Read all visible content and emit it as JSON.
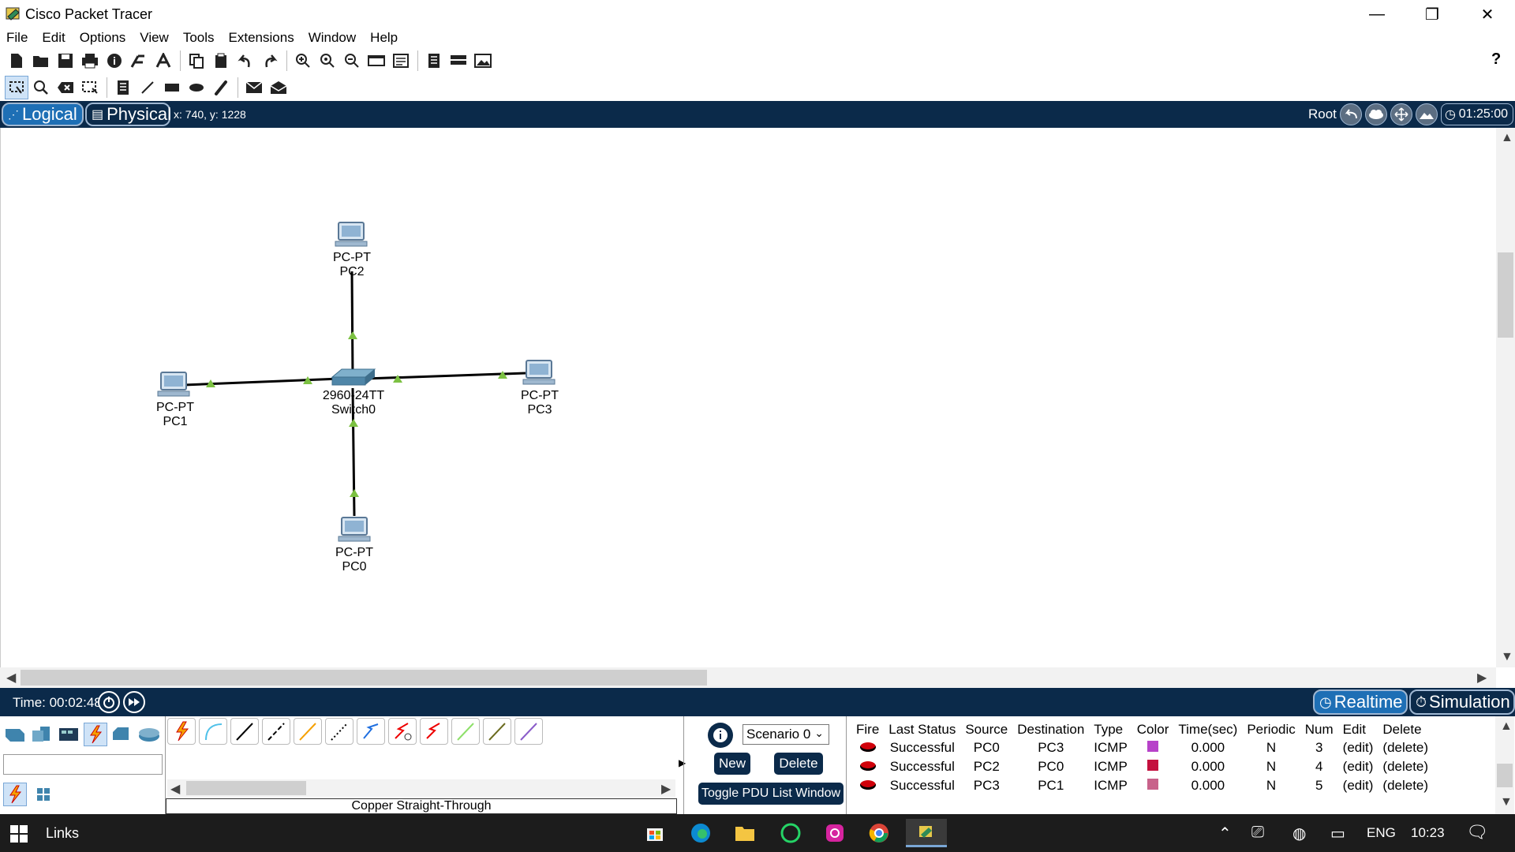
{
  "window": {
    "title": "Cisco Packet Tracer"
  },
  "menu": [
    "File",
    "Edit",
    "Options",
    "View",
    "Tools",
    "Extensions",
    "Window",
    "Help"
  ],
  "viewbar": {
    "logical": "Logical",
    "physical": "Physical",
    "coords": "x: 740, y: 1228",
    "root": "Root",
    "clock": "01:25:00"
  },
  "devices": [
    {
      "model": "PC-PT",
      "name": "PC2"
    },
    {
      "model": "PC-PT",
      "name": "PC1"
    },
    {
      "model": "2960-24TT",
      "name": "Switch0"
    },
    {
      "model": "PC-PT",
      "name": "PC3"
    },
    {
      "model": "PC-PT",
      "name": "PC0"
    }
  ],
  "timebar": {
    "time": "Time: 00:02:48",
    "realtime": "Realtime",
    "simulation": "Simulation"
  },
  "connections": {
    "selected": "Copper Straight-Through"
  },
  "scenario": {
    "selected": "Scenario 0",
    "new_label": "New",
    "delete_label": "Delete",
    "toggle_label": "Toggle PDU List Window"
  },
  "pdu_table": {
    "headers": [
      "Fire",
      "Last Status",
      "Source",
      "Destination",
      "Type",
      "Color",
      "Time(sec)",
      "Periodic",
      "Num",
      "Edit",
      "Delete"
    ],
    "rows": [
      {
        "status": "Successful",
        "source": "PC0",
        "destination": "PC3",
        "type": "ICMP",
        "color": "#b742c9",
        "time": "0.000",
        "periodic": "N",
        "num": "3",
        "edit": "(edit)",
        "delete": "(delete)"
      },
      {
        "status": "Successful",
        "source": "PC2",
        "destination": "PC0",
        "type": "ICMP",
        "color": "#c4103e",
        "time": "0.000",
        "periodic": "N",
        "num": "4",
        "edit": "(edit)",
        "delete": "(delete)"
      },
      {
        "status": "Successful",
        "source": "PC3",
        "destination": "PC1",
        "type": "ICMP",
        "color": "#c8628a",
        "time": "0.000",
        "periodic": "N",
        "num": "5",
        "edit": "(edit)",
        "delete": "(delete)"
      }
    ]
  },
  "taskbar": {
    "links": "Links",
    "language": "ENG",
    "time": "10:23"
  },
  "colors": {
    "navy": "#0b2a4a",
    "active_tab": "#1e6fb5",
    "link_up": "#7cc142"
  }
}
